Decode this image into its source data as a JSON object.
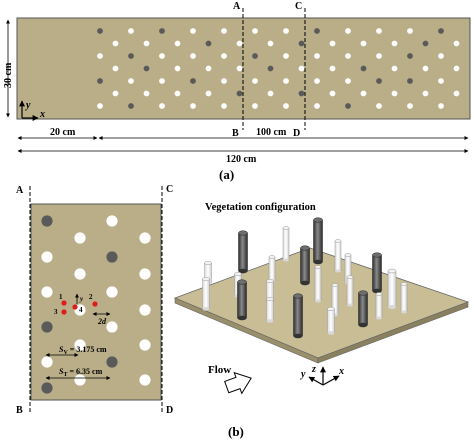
{
  "panel_a": {
    "y_dimension": "30 cm",
    "axis_y": "y",
    "axis_x": "x",
    "section_A": "A",
    "section_B": "B",
    "section_C": "C",
    "section_D": "D",
    "dim_inlet": "20 cm",
    "dim_test": "100 cm",
    "dim_total": "120 cm",
    "caption": "(a)"
  },
  "panel_b": {
    "label_A": "A",
    "label_B": "B",
    "label_C": "C",
    "label_D": "D",
    "probe_1": "1",
    "probe_2": "2",
    "probe_3": "3",
    "probe_4": "4",
    "probe_axis_y": "y",
    "spacing_d": "2d",
    "sv_label": "S",
    "sv_sub": "V",
    "sv_value": " = 3.175 cm",
    "st_label": "S",
    "st_sub": "T",
    "st_value": " = 6.35 cm",
    "config_title": "Vegetation configuration",
    "flow_label": "Flow",
    "axis_y": "y",
    "axis_z": "z",
    "axis_x": "x",
    "caption": "(b)"
  },
  "colors": {
    "bed": "#b9ae88",
    "dark_stem": "#5a5a5a",
    "white_stem": "#ffffff",
    "outline": "#444444",
    "probe_red": "#e01b1b"
  }
}
